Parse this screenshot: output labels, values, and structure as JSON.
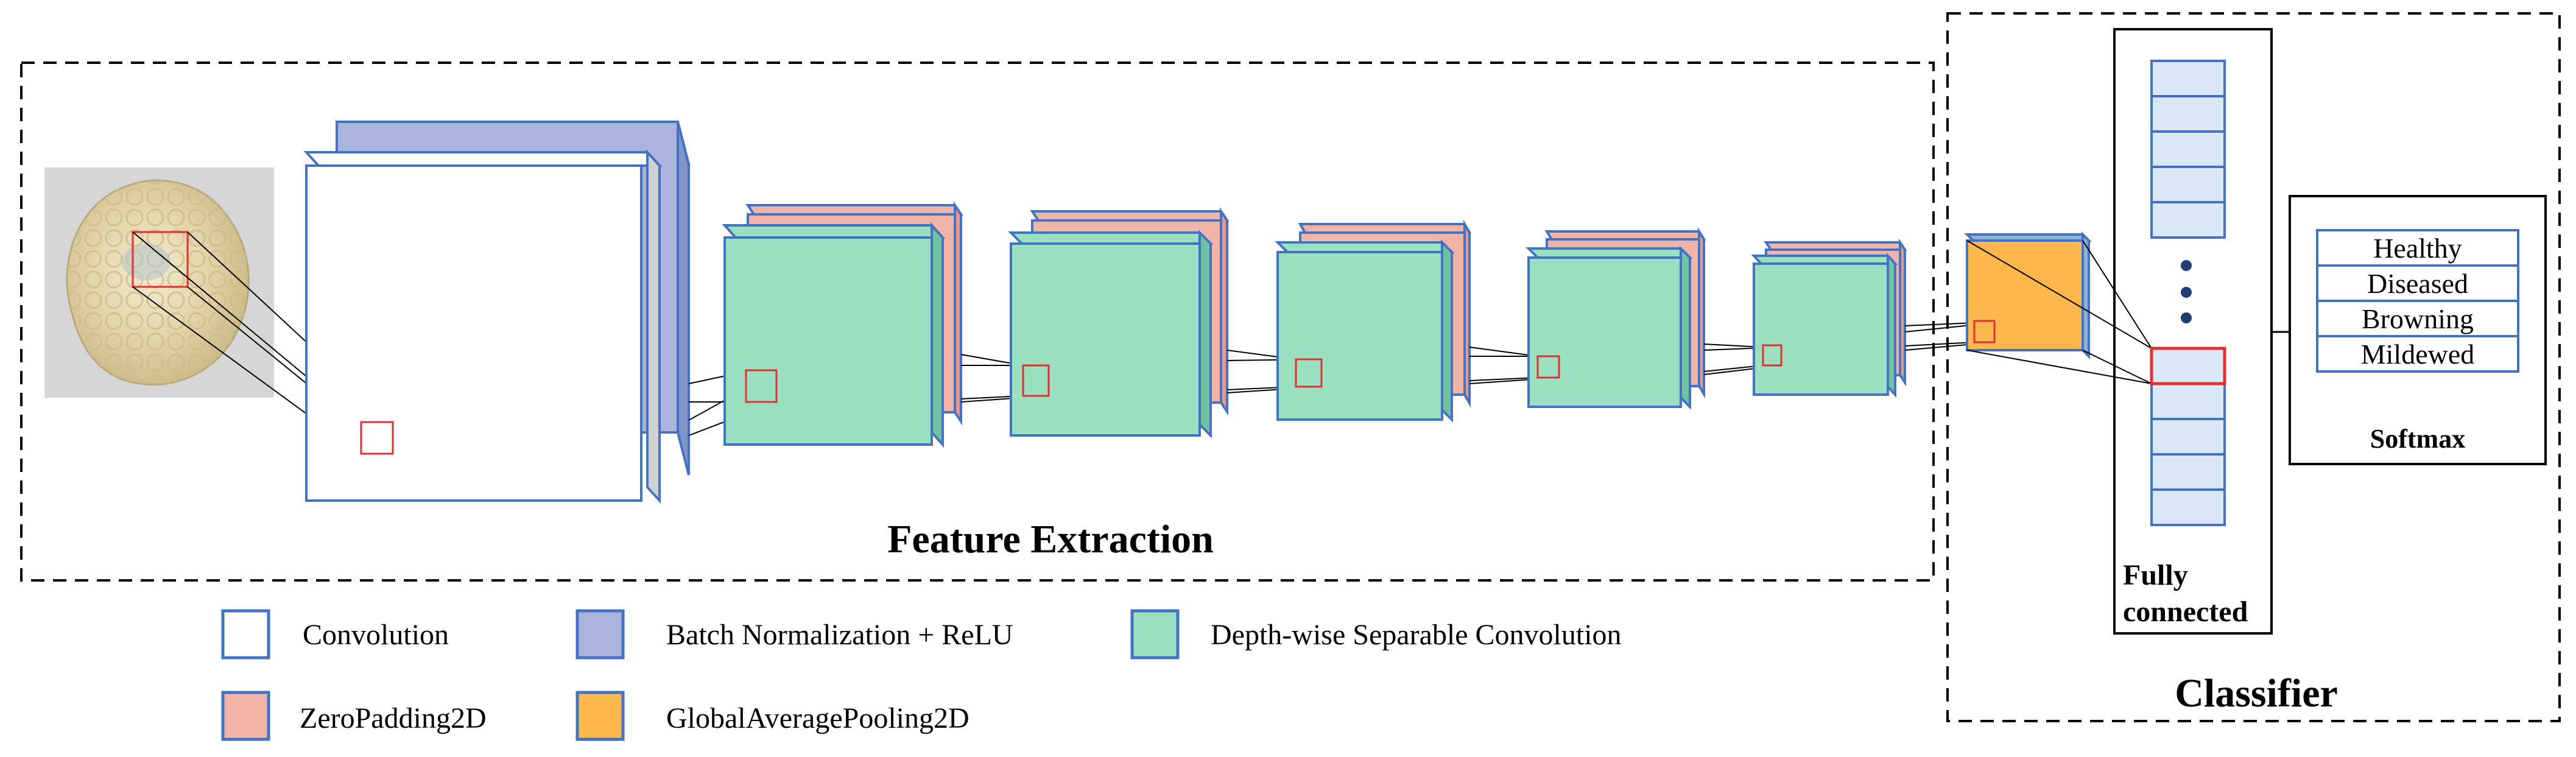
{
  "sections": {
    "feature_extraction": "Feature Extraction",
    "classifier": "Classifier"
  },
  "fully_connected": {
    "line1": "Fully",
    "line2": "connected"
  },
  "softmax": {
    "title": "Softmax",
    "classes": [
      "Healthy",
      "Diseased",
      "Browning",
      "Mildewed"
    ]
  },
  "legend": [
    {
      "key": "conv",
      "label": "Convolution"
    },
    {
      "key": "bn",
      "label": "Batch Normalization + ReLU"
    },
    {
      "key": "dw",
      "label": "Depth-wise Separable Convolution"
    },
    {
      "key": "zp",
      "label": "ZeroPadding2D"
    },
    {
      "key": "gap",
      "label": "GlobalAveragePooling2D"
    }
  ],
  "colors": {
    "conv": "#ffffff",
    "bn": "#aab4dc",
    "dw": "#9be0c0",
    "zp": "#f3b4a8",
    "gap": "#fbb64c",
    "fc_cell": "#dce7f8",
    "edge": "#4472c4",
    "highlight": "#e03030"
  }
}
